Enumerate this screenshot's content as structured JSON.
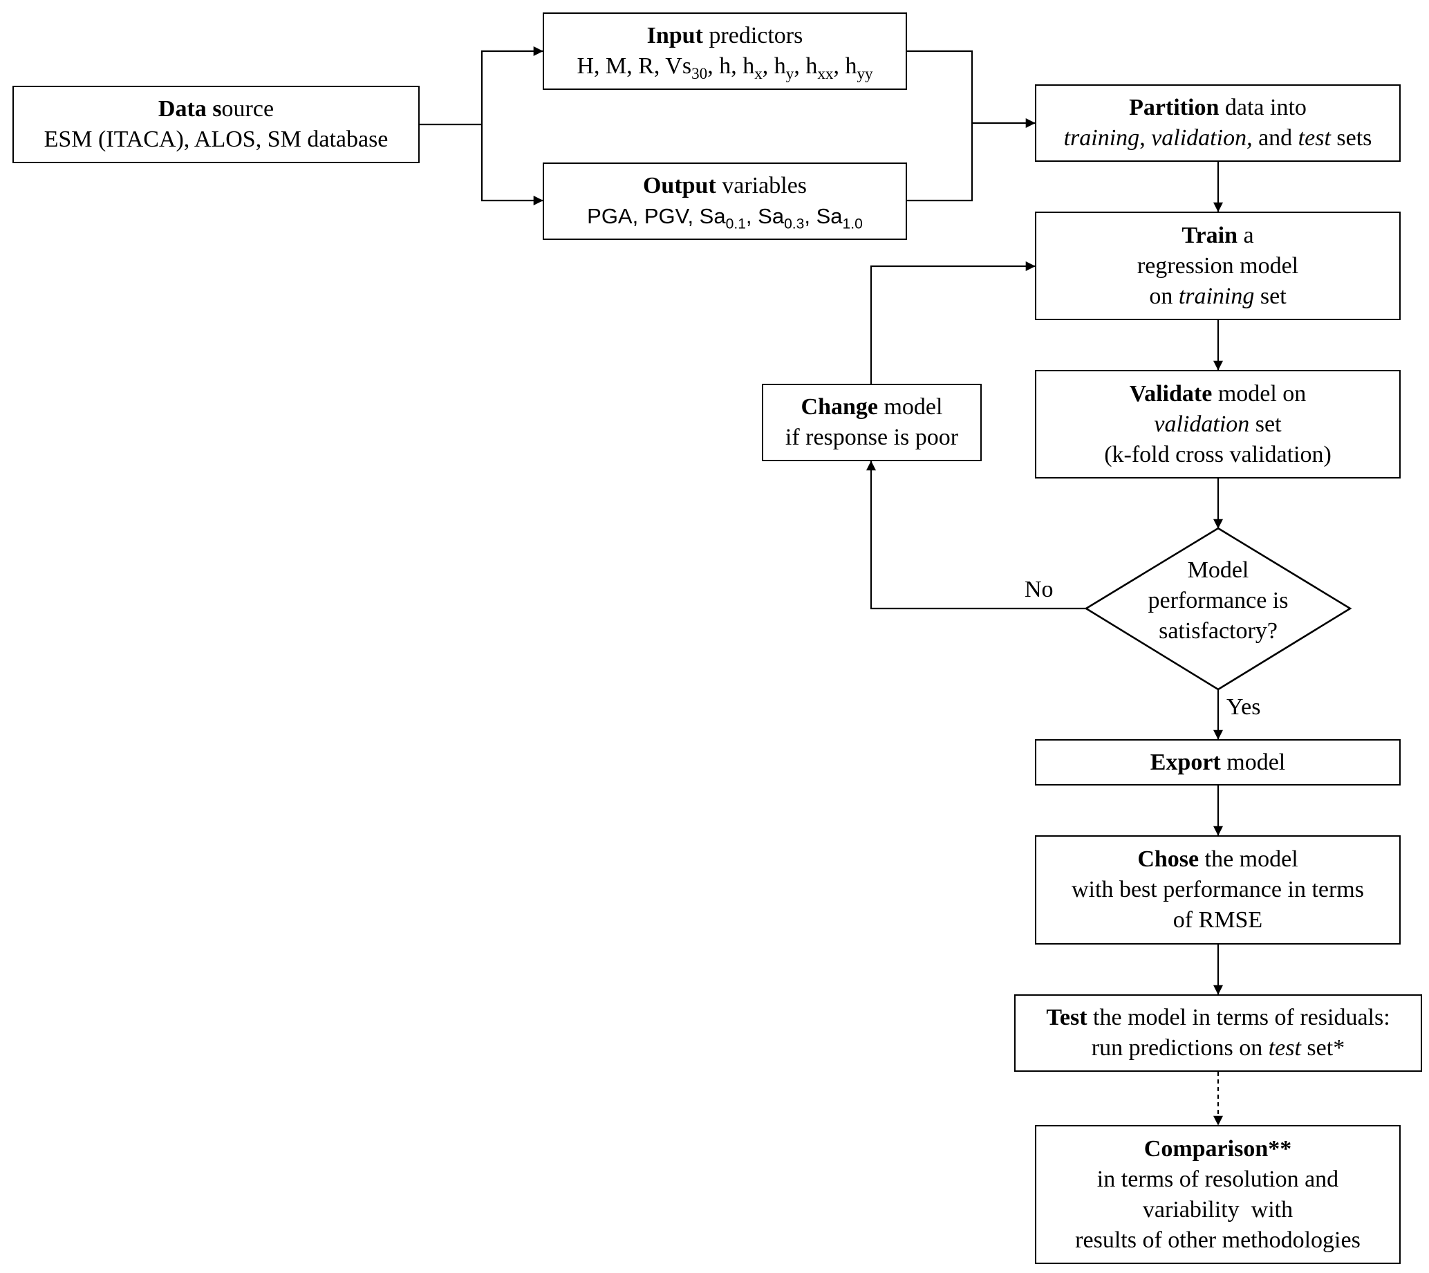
{
  "data_source": {
    "bold": "Data",
    "rest_prefix": " ",
    "bold2": "s",
    "rest": "ource",
    "line2": "ESM (ITACA), ALOS, SM database"
  },
  "input": {
    "bold": "Input",
    "rest": " predictors",
    "vars": [
      "H, M, R, Vs",
      "30",
      ", h, h",
      "x",
      ", h",
      "y",
      ", h",
      "xx",
      ", h",
      "yy"
    ]
  },
  "output": {
    "bold": "Output",
    "rest": " variables",
    "vars": [
      "PGA, PGV, Sa",
      "0.1",
      ", Sa",
      "0.3",
      ", Sa",
      "1.0"
    ]
  },
  "partition": {
    "bold": "Partition",
    "rest": " data into",
    "l2": [
      "training",
      ", ",
      "validation,",
      " and ",
      "test",
      " sets"
    ]
  },
  "train": {
    "bold": "Train",
    "rest": " a",
    "l2": "regression model",
    "l3a": "on ",
    "l3i": "training",
    "l3b": " set"
  },
  "validate": {
    "bold": "Validate",
    "rest": " model on",
    "l2i": "validation",
    "l2b": " set",
    "l3": "(k-fold cross validation)"
  },
  "change": {
    "bold": "Change",
    "rest": " model",
    "l2": "if response is poor"
  },
  "decision": {
    "l1": "Model",
    "l2": "performance is",
    "l3": "satisfactory?"
  },
  "labels": {
    "no": "No",
    "yes": "Yes"
  },
  "export": {
    "bold": "Export",
    "rest": " model"
  },
  "chose": {
    "bold": "Chose",
    "rest": " the model",
    "l2": "with best performance in terms",
    "l3": "of RMSE"
  },
  "test": {
    "bold": "Test",
    "rest": " the model in terms of residuals:",
    "l2a": "run predictions on ",
    "l2i": "test",
    "l2b": " set*"
  },
  "comparison": {
    "bold": "Comparison**",
    "l2": "in terms of resolution and",
    "l3": "variability  with",
    "l4": "results of other methodologies"
  }
}
